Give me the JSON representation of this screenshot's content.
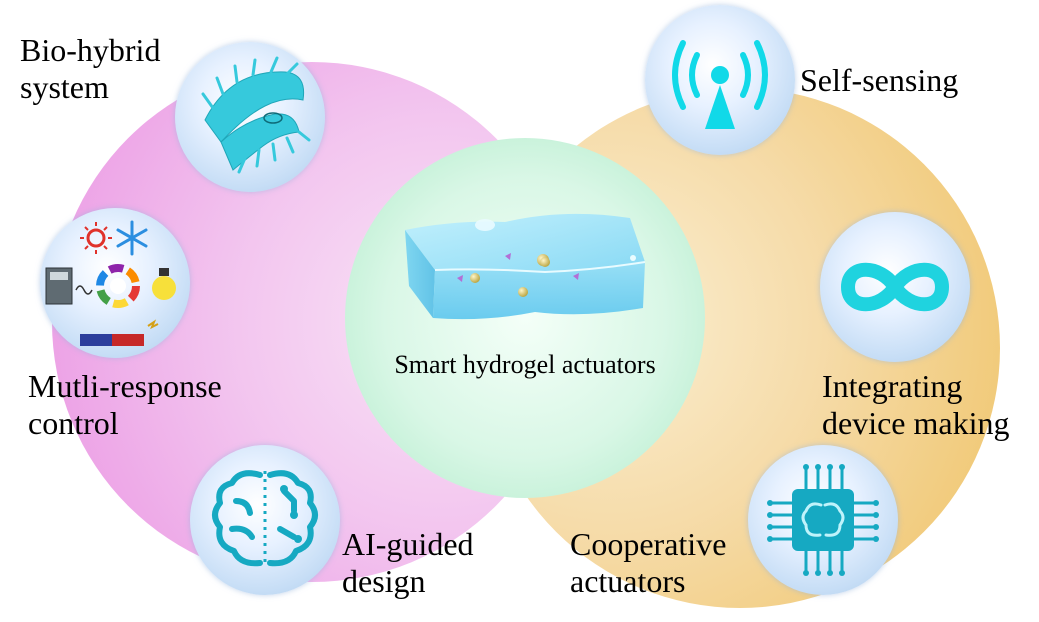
{
  "center": {
    "title": "Smart hydrogel actuators"
  },
  "labels": {
    "bio_hybrid": [
      "Bio-hybrid",
      "system"
    ],
    "self_sensing": [
      "Self-sensing"
    ],
    "multi_response": [
      "Mutli-response",
      "control"
    ],
    "integrating": [
      "Integrating",
      "device making"
    ],
    "ai_guided": [
      "AI-guided",
      "design"
    ],
    "cooperative": [
      "Cooperative",
      "actuators"
    ]
  },
  "icons": {
    "bio_hybrid": "venus-flytrap-icon",
    "self_sensing": "broadcast-antenna-icon",
    "multi_response": "stimuli-icon",
    "integrating": "infinity-icon",
    "ai_guided": "brain-circuit-icon",
    "cooperative": "chip-brain-icon",
    "center": "hydrogel-block-icon"
  },
  "colors": {
    "left_circle": "#e98fe1",
    "right_circle": "#eebf5c",
    "center_circle": "#aeeac8",
    "icon_teal": "#1fc8d6",
    "icon_cyan": "#11d9e8"
  }
}
